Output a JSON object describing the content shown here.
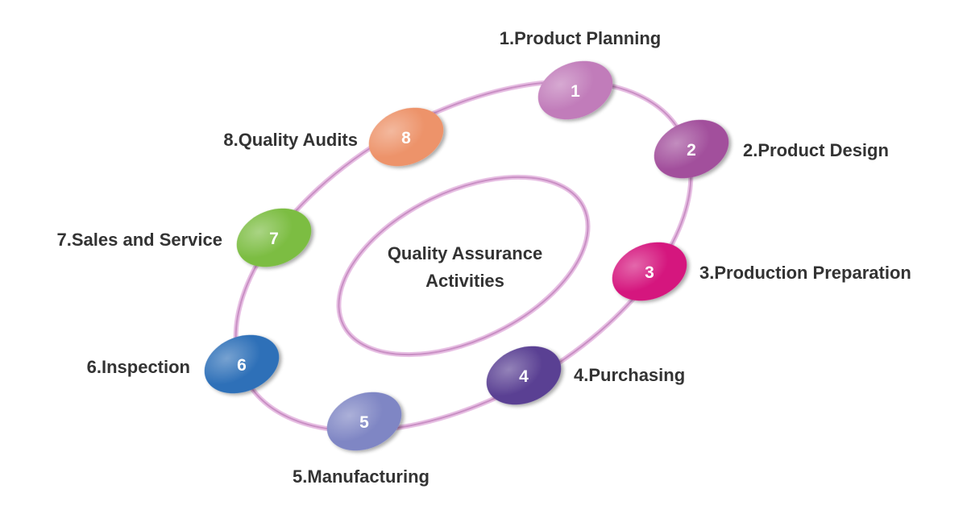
{
  "center": {
    "line1": "Quality Assurance",
    "line2": "Activities"
  },
  "steps": [
    {
      "number": "1",
      "label": "1.Product Planning",
      "color": "#c17cba"
    },
    {
      "number": "2",
      "label": "2.Product Design",
      "color": "#a24f9c"
    },
    {
      "number": "3",
      "label": "3.Production Preparation",
      "color": "#d5157e"
    },
    {
      "number": "4",
      "label": "4.Purchasing",
      "color": "#5a3f93"
    },
    {
      "number": "5",
      "label": "5.Manufacturing",
      "color": "#7f86c4"
    },
    {
      "number": "6",
      "label": "6.Inspection",
      "color": "#2f70b8"
    },
    {
      "number": "7",
      "label": "7.Sales and Service",
      "color": "#7bbd42"
    },
    {
      "number": "8",
      "label": "8.Quality Audits",
      "color": "#ed936a"
    }
  ],
  "colors": {
    "ring": "#d9a6d6",
    "text": "#333333"
  }
}
